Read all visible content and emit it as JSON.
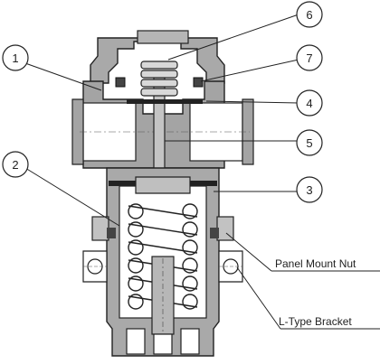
{
  "callouts": [
    {
      "id": "1",
      "text": "1"
    },
    {
      "id": "2",
      "text": "2"
    },
    {
      "id": "3",
      "text": "3"
    },
    {
      "id": "4",
      "text": "4"
    },
    {
      "id": "5",
      "text": "5"
    },
    {
      "id": "6",
      "text": "6"
    },
    {
      "id": "7",
      "text": "7"
    }
  ],
  "labels": {
    "panel_mount_nut": "Panel Mount Nut",
    "l_type_bracket": "L-Type Bracket"
  }
}
